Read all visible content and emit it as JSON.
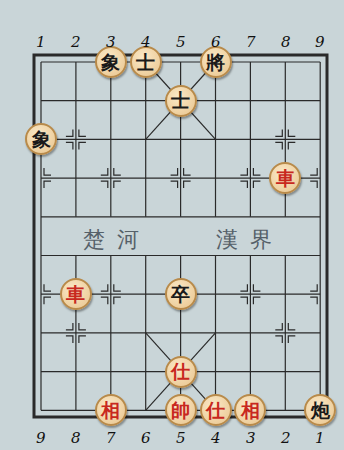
{
  "diagram": {
    "nodes": [
      {
        "text": [
          "象"
        ]
      },
      {
        "text": [
          "士"
        ]
      },
      {
        "text": [
          "將"
        ]
      },
      {
        "text": [
          "士"
        ]
      },
      {
        "text": [
          "象"
        ]
      },
      {
        "text": [
          "車"
        ]
      },
      {
        "text": [
          "車"
        ]
      },
      {
        "text": [
          "卒"
        ]
      },
      {
        "text": [
          "仕"
        ]
      },
      {
        "text": [
          "相"
        ]
      },
      {
        "text": [
          "帥"
        ]
      },
      {
        "text": [
          "仕"
        ]
      },
      {
        "text": [
          "相"
        ]
      },
      {
        "text": [
          "炮"
        ]
      }
    ],
    "labels": [
      "1",
      "2",
      "3",
      "4",
      "5",
      "6",
      "7",
      "8",
      "9",
      "楚河",
      "漢界",
      "9",
      "8",
      "7",
      "6",
      "5",
      "4",
      "3",
      "2",
      "1"
    ]
  }
}
